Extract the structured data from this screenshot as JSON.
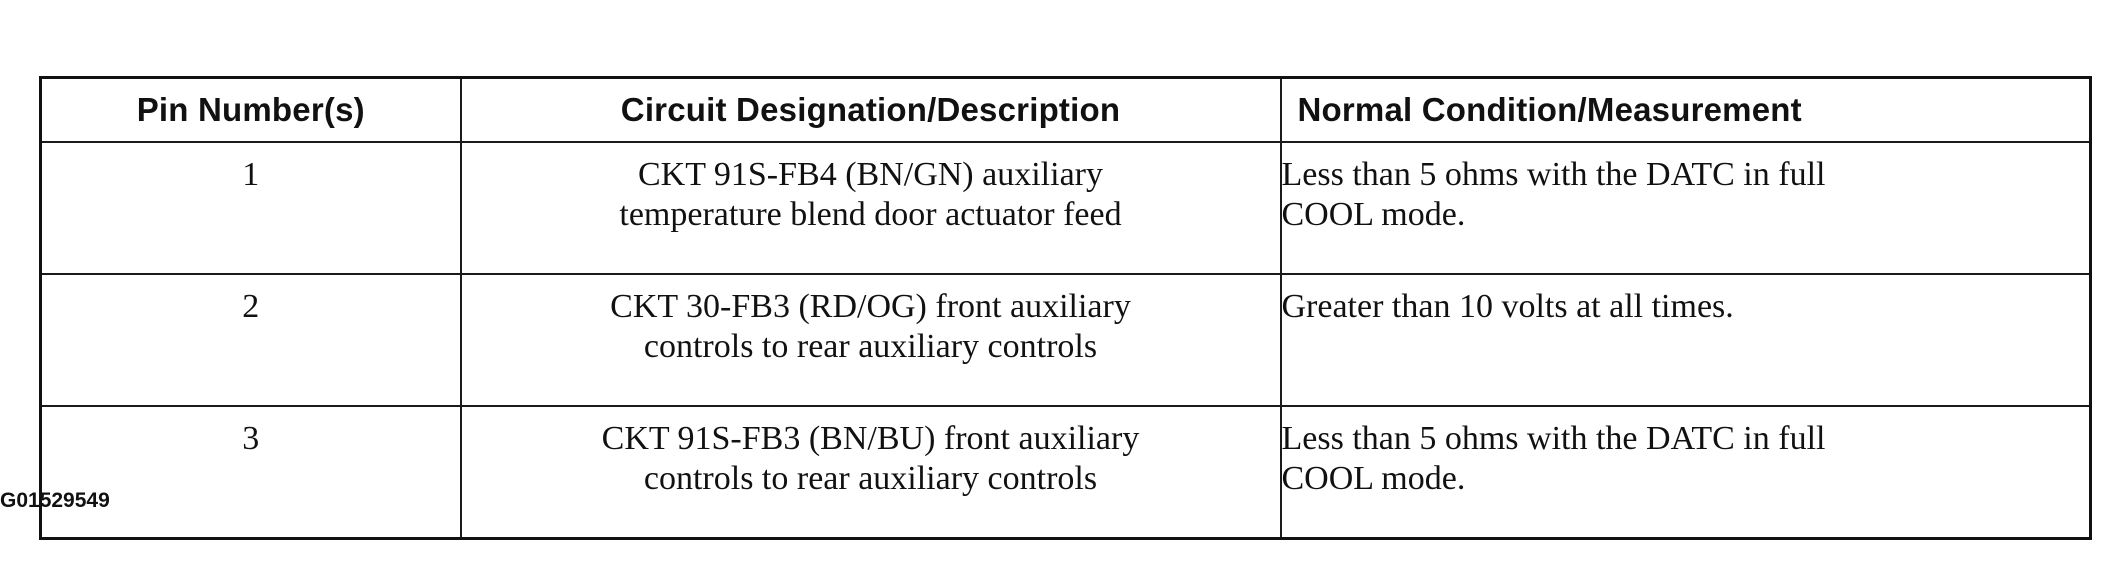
{
  "table": {
    "headers": {
      "pin": "Pin Number(s)",
      "circuit": "Circuit Designation/Description",
      "normal": "Normal Condition/Measurement"
    },
    "rows": [
      {
        "pin": "1",
        "circuit_line1": "CKT 91S-FB4 (BN/GN) auxiliary",
        "circuit_line2": "temperature blend door actuator feed",
        "normal_line1": "Less than 5 ohms with the DATC in full",
        "normal_line2": "COOL mode."
      },
      {
        "pin": "2",
        "circuit_line1": "CKT 30-FB3 (RD/OG) front auxiliary",
        "circuit_line2": "controls to rear auxiliary controls",
        "normal_line1": "Greater than 10 volts at all times.",
        "normal_line2": ""
      },
      {
        "pin": "3",
        "circuit_line1": "CKT 91S-FB3 (BN/BU) front auxiliary",
        "circuit_line2": "controls to rear auxiliary controls",
        "normal_line1": "Less than 5 ohms with the DATC in full",
        "normal_line2": "COOL mode."
      }
    ]
  },
  "figure_code": "G01529549"
}
